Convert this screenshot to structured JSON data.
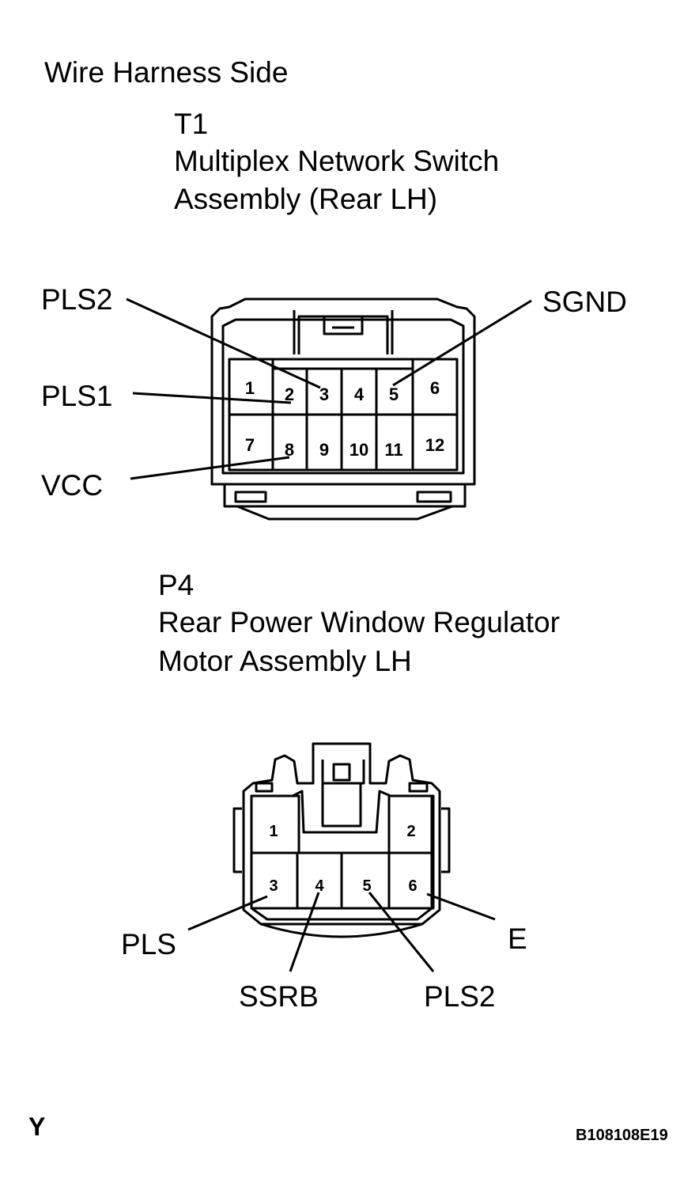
{
  "header": {
    "side_label": "Wire Harness Side"
  },
  "connector_t1": {
    "code": "T1",
    "name_line1": "Multiplex Network Switch",
    "name_line2": "Assembly (Rear LH)",
    "pins_top": [
      "1",
      "2",
      "3",
      "4",
      "5",
      "6"
    ],
    "pins_bottom": [
      "7",
      "8",
      "9",
      "10",
      "11",
      "12"
    ],
    "signals": {
      "pls2": "PLS2",
      "pls1": "PLS1",
      "vcc": "VCC",
      "sgnd": "SGND"
    }
  },
  "connector_p4": {
    "code": "P4",
    "name_line1": "Rear Power Window Regulator",
    "name_line2": "Motor Assembly LH",
    "pins_top": [
      "1",
      "2"
    ],
    "pins_bottom": [
      "3",
      "4",
      "5",
      "6"
    ],
    "signals": {
      "pls": "PLS",
      "ssrb": "SSRB",
      "pls2": "PLS2",
      "e": "E"
    }
  },
  "footer": {
    "left_mark": "Y",
    "figure_id": "B108108E19"
  }
}
